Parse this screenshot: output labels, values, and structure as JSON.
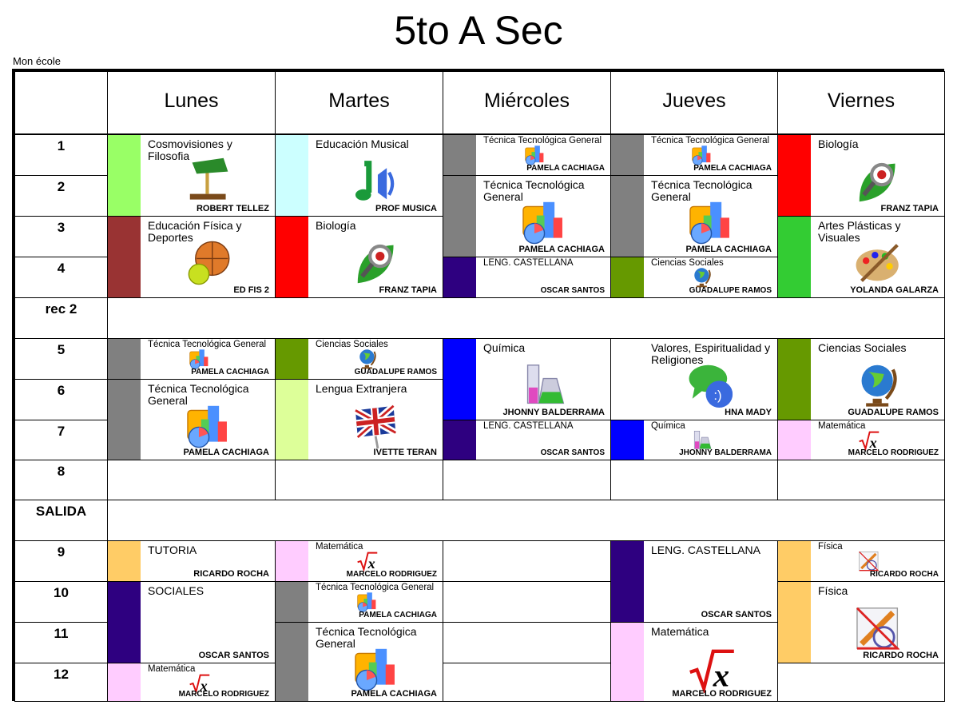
{
  "title": "5to A Sec",
  "school": "Mon école",
  "days": [
    "Lunes",
    "Martes",
    "Miércoles",
    "Jueves",
    "Viernes"
  ],
  "slots": [
    {
      "label": "1"
    },
    {
      "label": "2"
    },
    {
      "label": "3"
    },
    {
      "label": "4"
    },
    {
      "label": "rec 2",
      "break": true
    },
    {
      "label": "5"
    },
    {
      "label": "6"
    },
    {
      "label": "7"
    },
    {
      "label": "8"
    },
    {
      "label": "SALIDA",
      "break": true
    },
    {
      "label": "9"
    },
    {
      "label": "10"
    },
    {
      "label": "11"
    },
    {
      "label": "12"
    }
  ],
  "lessons": [
    {
      "day": 0,
      "slot": 0,
      "span": 2,
      "subject": "Cosmovisiones y Filosofia",
      "teacher": "ROBERT TELLEZ",
      "color": "#99ff66",
      "icon": "lamp-icon"
    },
    {
      "day": 0,
      "slot": 2,
      "span": 2,
      "subject": "Educación Física y Deportes",
      "teacher": "ED  FIS  2",
      "color": "#993333",
      "icon": "sports-balls-icon"
    },
    {
      "day": 0,
      "slot": 5,
      "span": 1,
      "subject": "Técnica Tecnológica General",
      "teacher": "PAMELA CACHIAGA",
      "color": "#808080",
      "icon": "chart-icon"
    },
    {
      "day": 0,
      "slot": 6,
      "span": 2,
      "subject": "Técnica Tecnológica General",
      "teacher": "PAMELA CACHIAGA",
      "color": "#808080",
      "icon": "chart-icon"
    },
    {
      "day": 0,
      "slot": 10,
      "span": 1,
      "subject": "TUTORIA",
      "teacher": "RICARDO ROCHA",
      "color": "#ffcc66",
      "icon": ""
    },
    {
      "day": 0,
      "slot": 11,
      "span": 2,
      "subject": "SOCIALES",
      "teacher": "OSCAR SANTOS",
      "color": "#2e0080",
      "icon": ""
    },
    {
      "day": 0,
      "slot": 13,
      "span": 1,
      "subject": "Matemática",
      "teacher": "MARCELO RODRIGUEZ",
      "color": "#ffccff",
      "icon": "sqrt-icon"
    },
    {
      "day": 1,
      "slot": 0,
      "span": 2,
      "subject": "Educación Musical",
      "teacher": "PROF MUSICA",
      "color": "#ccffff",
      "icon": "music-note-icon"
    },
    {
      "day": 1,
      "slot": 2,
      "span": 2,
      "subject": "Biología",
      "teacher": "FRANZ TAPIA",
      "color": "#ff0000",
      "icon": "leaf-magnifier-icon"
    },
    {
      "day": 1,
      "slot": 5,
      "span": 1,
      "subject": "Ciencias Sociales",
      "teacher": "GUADALUPE RAMOS",
      "color": "#669900",
      "icon": "globe-icon"
    },
    {
      "day": 1,
      "slot": 6,
      "span": 2,
      "subject": "Lengua Extranjera",
      "teacher": "IVETTE TERAN",
      "color": "#ddff99",
      "icon": "uk-flag-icon"
    },
    {
      "day": 1,
      "slot": 10,
      "span": 1,
      "subject": "Matemática",
      "teacher": "MARCELO RODRIGUEZ",
      "color": "#ffccff",
      "icon": "sqrt-icon"
    },
    {
      "day": 1,
      "slot": 11,
      "span": 1,
      "subject": "Técnica Tecnológica General",
      "teacher": "PAMELA CACHIAGA",
      "color": "#808080",
      "icon": "chart-icon"
    },
    {
      "day": 1,
      "slot": 12,
      "span": 2,
      "subject": "Técnica Tecnológica General",
      "teacher": "PAMELA CACHIAGA",
      "color": "#808080",
      "icon": "chart-icon"
    },
    {
      "day": 2,
      "slot": 0,
      "span": 1,
      "subject": "Técnica Tecnológica General",
      "teacher": "PAMELA CACHIAGA",
      "color": "#808080",
      "icon": "chart-icon"
    },
    {
      "day": 2,
      "slot": 1,
      "span": 2,
      "subject": "Técnica Tecnológica General",
      "teacher": "PAMELA CACHIAGA",
      "color": "#808080",
      "icon": "chart-icon"
    },
    {
      "day": 2,
      "slot": 3,
      "span": 1,
      "subject": "LENG. CASTELLANA",
      "teacher": "OSCAR SANTOS",
      "color": "#2e0080",
      "icon": ""
    },
    {
      "day": 2,
      "slot": 5,
      "span": 2,
      "subject": "Química",
      "teacher": "JHONNY BALDERRAMA",
      "color": "#0000ff",
      "icon": "flask-icon"
    },
    {
      "day": 2,
      "slot": 7,
      "span": 1,
      "subject": "LENG. CASTELLANA",
      "teacher": "OSCAR SANTOS",
      "color": "#2e0080",
      "icon": ""
    },
    {
      "day": 3,
      "slot": 0,
      "span": 1,
      "subject": "Técnica Tecnológica General",
      "teacher": "PAMELA CACHIAGA",
      "color": "#808080",
      "icon": "chart-icon"
    },
    {
      "day": 3,
      "slot": 1,
      "span": 2,
      "subject": "Técnica Tecnológica General",
      "teacher": "PAMELA CACHIAGA",
      "color": "#808080",
      "icon": "chart-icon"
    },
    {
      "day": 3,
      "slot": 3,
      "span": 1,
      "subject": "Ciencias Sociales",
      "teacher": "GUADALUPE RAMOS",
      "color": "#669900",
      "icon": "globe-icon"
    },
    {
      "day": 3,
      "slot": 5,
      "span": 2,
      "subject": "Valores, Espiritualidad y Religiones",
      "teacher": "HNA MADY",
      "color": "#ffffff",
      "icon": "chat-bubbles-icon"
    },
    {
      "day": 3,
      "slot": 7,
      "span": 1,
      "subject": "Química",
      "teacher": "JHONNY BALDERRAMA",
      "color": "#0000ff",
      "icon": "flask-icon"
    },
    {
      "day": 3,
      "slot": 10,
      "span": 2,
      "subject": "LENG. CASTELLANA",
      "teacher": "OSCAR SANTOS",
      "color": "#2e0080",
      "icon": ""
    },
    {
      "day": 3,
      "slot": 12,
      "span": 2,
      "subject": "Matemática",
      "teacher": "MARCELO RODRIGUEZ",
      "color": "#ffccff",
      "icon": "sqrt-icon"
    },
    {
      "day": 4,
      "slot": 0,
      "span": 2,
      "subject": "Biología",
      "teacher": "FRANZ TAPIA",
      "color": "#ff0000",
      "icon": "leaf-magnifier-icon"
    },
    {
      "day": 4,
      "slot": 2,
      "span": 2,
      "subject": "Artes Plásticas y Visuales",
      "teacher": "YOLANDA GALARZA",
      "color": "#33cc33",
      "icon": "palette-icon"
    },
    {
      "day": 4,
      "slot": 5,
      "span": 2,
      "subject": "Ciencias Sociales",
      "teacher": "GUADALUPE RAMOS",
      "color": "#669900",
      "icon": "globe-icon"
    },
    {
      "day": 4,
      "slot": 7,
      "span": 1,
      "subject": "Matemática",
      "teacher": "MARCELO RODRIGUEZ",
      "color": "#ffccff",
      "icon": "sqrt-icon"
    },
    {
      "day": 4,
      "slot": 10,
      "span": 1,
      "subject": "Física",
      "teacher": "RICARDO ROCHA",
      "color": "#ffcc66",
      "icon": "geometry-icon"
    },
    {
      "day": 4,
      "slot": 11,
      "span": 2,
      "subject": "Física",
      "teacher": "RICARDO ROCHA",
      "color": "#ffcc66",
      "icon": "geometry-icon"
    }
  ]
}
